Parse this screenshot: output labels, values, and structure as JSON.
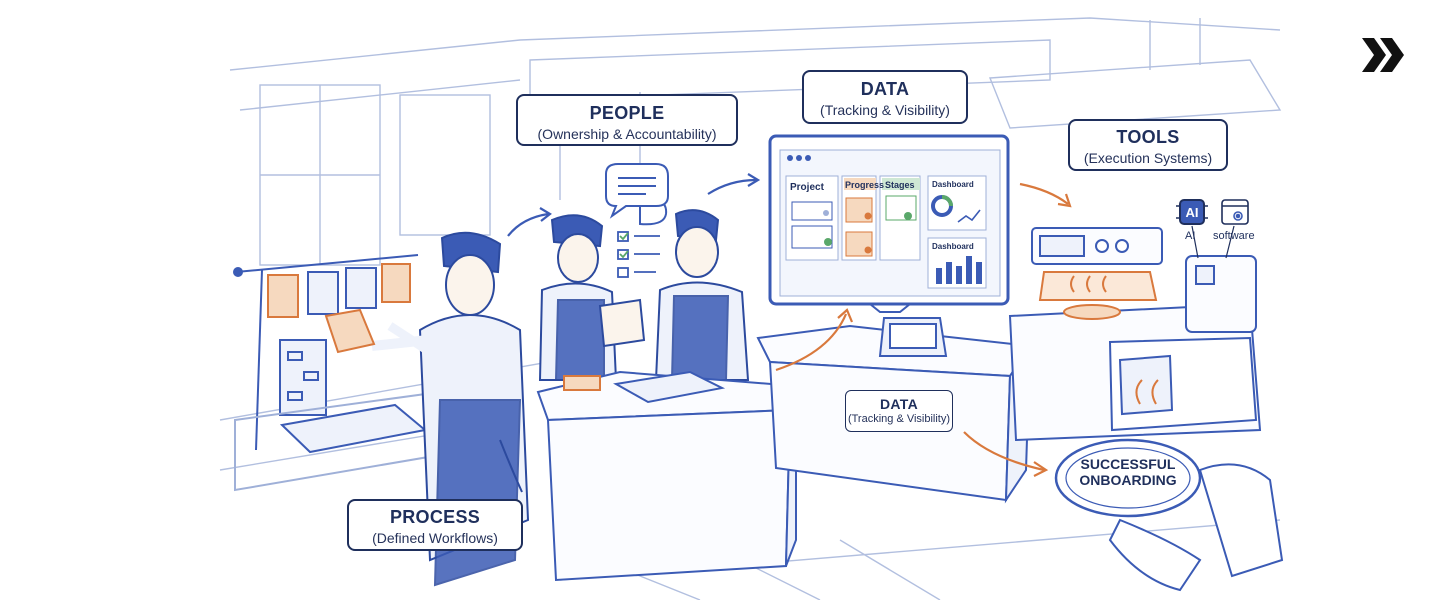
{
  "labels": {
    "process": {
      "title": "PROCESS",
      "sub": "(Defined Workflows)"
    },
    "people": {
      "title": "PEOPLE",
      "sub": "(Ownership & Accountability)"
    },
    "data_top": {
      "title": "DATA",
      "sub": "(Tracking & Visibility)"
    },
    "tools": {
      "title": "TOOLS",
      "sub": "(Execution Systems)"
    },
    "data_counter": {
      "title": "DATA",
      "sub": "(Tracking & Visibility)"
    },
    "outcome": {
      "line1": "SUCCESSFUL",
      "line2": "ONBOARDING"
    }
  },
  "screen": {
    "col_project": "Project",
    "col_progress": "Progress",
    "col_stages": "Stages",
    "panel_dashboard": "Dashboard",
    "panel_dashboard_2": "Dashboard"
  },
  "tool_icons": {
    "ai_glyph": "AI",
    "ai_label": "AI",
    "software_label": "software"
  },
  "icons": {
    "brand": "double-chevron-icon",
    "speech": "speech-bubbles-icon",
    "checklist": "checklist-icon",
    "gear": "gear-icon"
  },
  "colors": {
    "ink": "#1f2f5c",
    "sketch_blue": "#3b5bb5",
    "accent_orange": "#d9793d",
    "progress_orange": "#e6a45c",
    "stages_green": "#5aa86a"
  }
}
